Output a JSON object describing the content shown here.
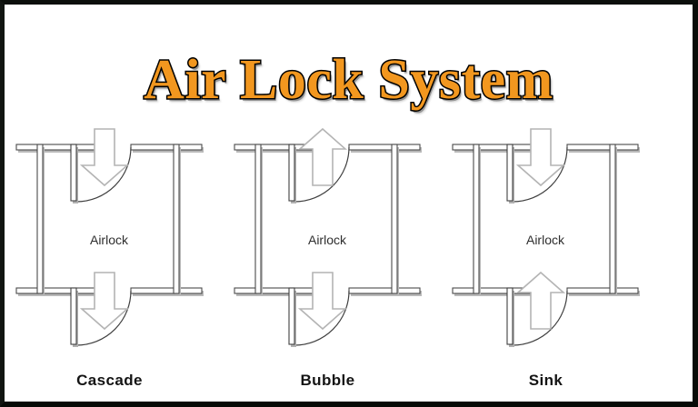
{
  "page": {
    "title": "Air Lock System",
    "background_color": "#ffffff",
    "border_color": "#0b0f0b"
  },
  "title": {
    "text": "Air Lock System",
    "fill_color": "#F2971F",
    "outline_color": "#000000"
  },
  "diagram": {
    "chamber_label": "Airlock",
    "panels": [
      {
        "name": "cascade",
        "label": "Cascade",
        "top_arrow": {
          "direction": "down",
          "icon": "arrow-down-icon"
        },
        "bottom_arrow": {
          "direction": "down",
          "icon": "arrow-down-icon"
        }
      },
      {
        "name": "bubble",
        "label": "Bubble",
        "top_arrow": {
          "direction": "up",
          "icon": "arrow-up-icon"
        },
        "bottom_arrow": {
          "direction": "down",
          "icon": "arrow-down-icon"
        }
      },
      {
        "name": "sink",
        "label": "Sink",
        "top_arrow": {
          "direction": "down",
          "icon": "arrow-down-icon"
        },
        "bottom_arrow": {
          "direction": "up",
          "icon": "arrow-up-icon"
        }
      }
    ]
  }
}
